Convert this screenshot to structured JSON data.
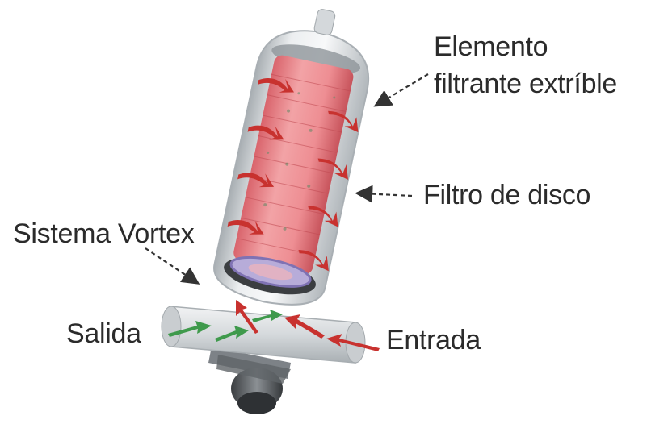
{
  "labels": {
    "elemento_line1": "Elemento",
    "elemento_line2": "filtrante extríble",
    "filtro_disco": "Filtro de disco",
    "sistema_vortex": "Sistema Vortex",
    "salida": "Salida",
    "entrada": "Entrada"
  },
  "colors": {
    "housing": "#cfd3d6",
    "disc_stack": "#e9848a",
    "flow_red": "#c8322f",
    "flow_green": "#3f9a4c",
    "vortex_ring": "#9b8fc8",
    "label_text": "#2b2b2b"
  }
}
